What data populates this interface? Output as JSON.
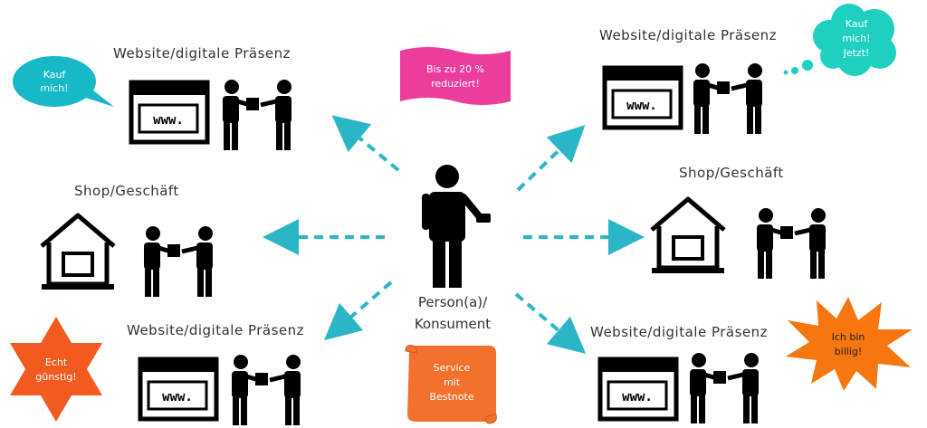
{
  "center": {
    "line1": "Person(a)/",
    "line2": "Konsument"
  },
  "nodes": {
    "top_left": {
      "label": "Website/digitale Präsenz",
      "icon": "browser-icon"
    },
    "mid_left": {
      "label": "Shop/Geschäft",
      "icon": "house-icon"
    },
    "bottom_left": {
      "label": "Website/digitale Präsenz",
      "icon": "browser-icon"
    },
    "top_right": {
      "label": "Website/digitale Präsenz",
      "icon": "browser-icon"
    },
    "mid_right": {
      "label": "Shop/Geschäft",
      "icon": "house-icon"
    },
    "bottom_right": {
      "label": "Website/digitale Präsenz",
      "icon": "browser-icon"
    }
  },
  "browser_text": "www.",
  "callouts": {
    "kauf_mich": {
      "line1": "Kauf",
      "line2": "mich!",
      "color": "#17b8c8"
    },
    "flag": {
      "line1": "Bis zu 20 %",
      "line2": "reduziert!",
      "color": "#ec3d9c"
    },
    "kauf_jetzt": {
      "line1": "Kauf",
      "line2": "mich!",
      "line3": "Jetzt!",
      "color": "#1fd0c0"
    },
    "echt_guenstig": {
      "line1": "Echt",
      "line2": "günstig!",
      "color": "#f25a20"
    },
    "scroll": {
      "line1": "Service",
      "line2": "mit",
      "line3": "Bestnote",
      "color": "#f2712d"
    },
    "ich_bin_billig": {
      "line1": "Ich bin",
      "line2": "billig!",
      "color": "#f7760f"
    }
  },
  "colors": {
    "arrow": "#2bb6c8",
    "icon": "#000000"
  }
}
